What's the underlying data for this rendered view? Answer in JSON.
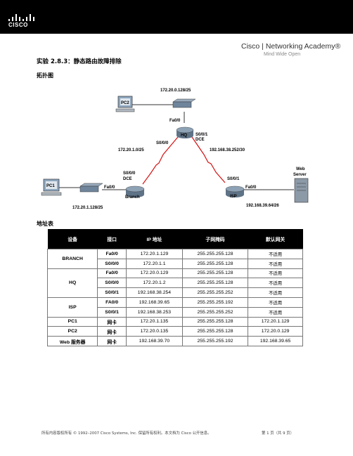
{
  "header": {
    "logo_text": "CISCO",
    "academy_name": "Cisco | Networking Academy®",
    "academy_tagline": "Mind Wide Open"
  },
  "doc": {
    "title": "实验 2.8.3：静态路由故障排除",
    "topology_heading": "拓扑图",
    "address_heading": "地址表"
  },
  "topology": {
    "pc2_label": "PC2",
    "pc1_label": "PC1",
    "hq_label": "HQ",
    "branch_label": "Branch",
    "isp_label": "ISP",
    "web_label_1": "Web",
    "web_label_2": "Server",
    "net_hq_lan": "172.20.0.128/25",
    "net_branch_hq": "172.20.1.0/25",
    "net_hq_isp": "192.168.38.252/30",
    "net_branch_lan": "172.20.1.128/25",
    "net_isp_lan": "192.168.39.64/26",
    "hq_fa": "Fa0/0",
    "hq_s000": "S0/0/0",
    "hq_s001": "S0/0/1",
    "hq_dce": "DCE",
    "br_s000": "S0/0/0",
    "br_dce": "DCE",
    "br_fa": "Fa0/0",
    "isp_s001": "S0/0/1",
    "isp_fa": "Fa0/0"
  },
  "table": {
    "headers": [
      "设备",
      "接口",
      "IP 地址",
      "子网掩码",
      "默认网关"
    ],
    "groups": [
      {
        "device": "BRANCH",
        "rows": [
          [
            "Fa0/0",
            "172.20.1.129",
            "255.255.255.128",
            "不适用"
          ],
          [
            "S0/0/0",
            "172.20.1.1",
            "255.255.255.128",
            "不适用"
          ]
        ]
      },
      {
        "device": "HQ",
        "rows": [
          [
            "Fa0/0",
            "172.20.0.129",
            "255.255.255.128",
            "不适用"
          ],
          [
            "S0/0/0",
            "172.20.1.2",
            "255.255.255.128",
            "不适用"
          ],
          [
            "S0/0/1",
            "192.168.38.254",
            "255.255.255.252",
            "不适用"
          ]
        ]
      },
      {
        "device": "ISP",
        "rows": [
          [
            "FA0/0",
            "192.168.39.65",
            "255.255.255.192",
            "不适用"
          ],
          [
            "S0/0/1",
            "192.168.38.253",
            "255.255.255.252",
            "不适用"
          ]
        ]
      },
      {
        "device": "PC1",
        "rows": [
          [
            "网卡",
            "172.20.1.135",
            "255.255.255.128",
            "172.20.1.129"
          ]
        ]
      },
      {
        "device": "PC2",
        "rows": [
          [
            "网卡",
            "172.20.0.135",
            "255.255.255.128",
            "172.20.0.129"
          ]
        ]
      },
      {
        "device": "Web 服务器",
        "rows": [
          [
            "网卡",
            "192.168.39.70",
            "255.255.255.192",
            "192.168.39.65"
          ]
        ]
      }
    ]
  },
  "footer": {
    "copyright": "所有内容版权所有 © 1992–2007 Cisco Systems, Inc. 保留所有权利。本文档为 Cisco 公开信息。",
    "page": "第 1 页（共 9 页）"
  }
}
